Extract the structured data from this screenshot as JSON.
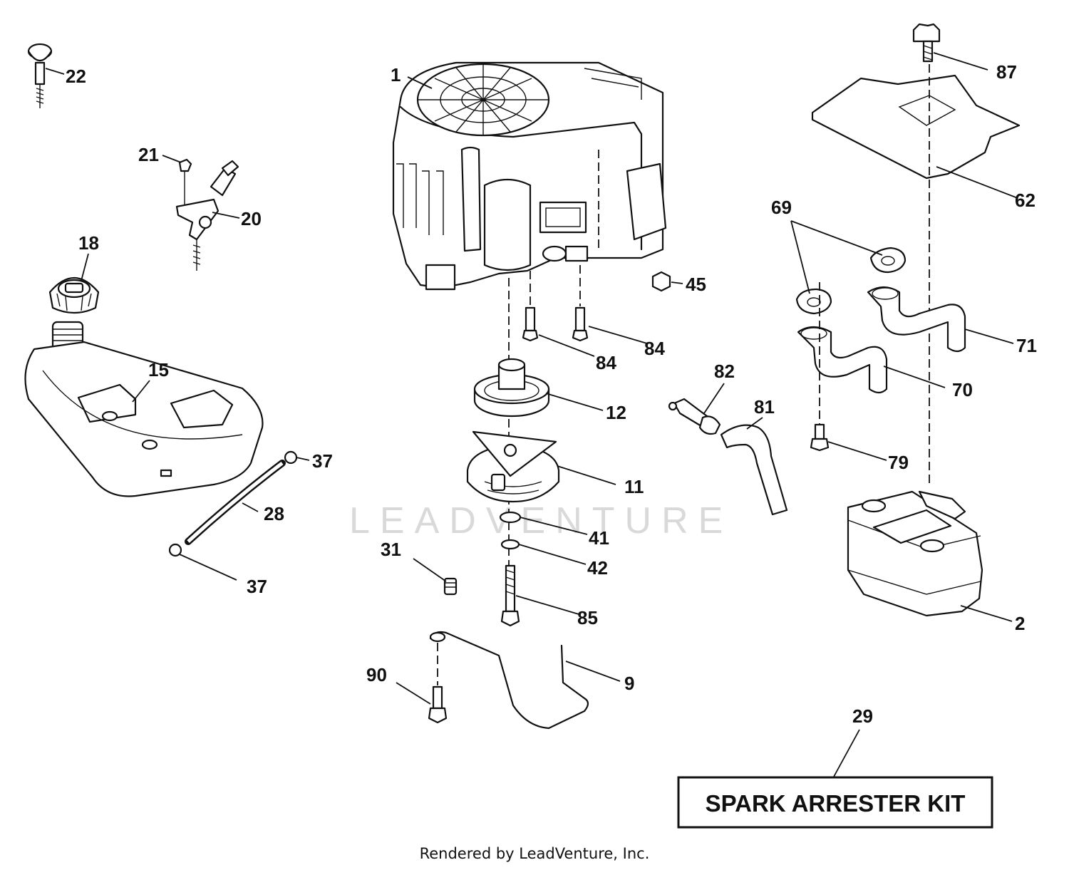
{
  "watermark": "LEADVENTURE",
  "footer": "Rendered by LeadVenture, Inc.",
  "kit_label": "SPARK ARRESTER KIT",
  "callouts": [
    {
      "id": "22",
      "text": "22"
    },
    {
      "id": "21",
      "text": "21"
    },
    {
      "id": "20",
      "text": "20"
    },
    {
      "id": "18",
      "text": "18"
    },
    {
      "id": "15",
      "text": "15"
    },
    {
      "id": "37a",
      "text": "37"
    },
    {
      "id": "28",
      "text": "28"
    },
    {
      "id": "37b",
      "text": "37"
    },
    {
      "id": "1",
      "text": "1"
    },
    {
      "id": "45",
      "text": "45"
    },
    {
      "id": "84a",
      "text": "84"
    },
    {
      "id": "84b",
      "text": "84"
    },
    {
      "id": "12",
      "text": "12"
    },
    {
      "id": "11",
      "text": "11"
    },
    {
      "id": "41",
      "text": "41"
    },
    {
      "id": "42",
      "text": "42"
    },
    {
      "id": "31",
      "text": "31"
    },
    {
      "id": "85",
      "text": "85"
    },
    {
      "id": "90",
      "text": "90"
    },
    {
      "id": "9",
      "text": "9"
    },
    {
      "id": "82",
      "text": "82"
    },
    {
      "id": "81",
      "text": "81"
    },
    {
      "id": "87",
      "text": "87"
    },
    {
      "id": "62",
      "text": "62"
    },
    {
      "id": "69",
      "text": "69"
    },
    {
      "id": "71",
      "text": "71"
    },
    {
      "id": "70",
      "text": "70"
    },
    {
      "id": "79",
      "text": "79"
    },
    {
      "id": "2",
      "text": "2"
    },
    {
      "id": "29",
      "text": "29"
    }
  ]
}
